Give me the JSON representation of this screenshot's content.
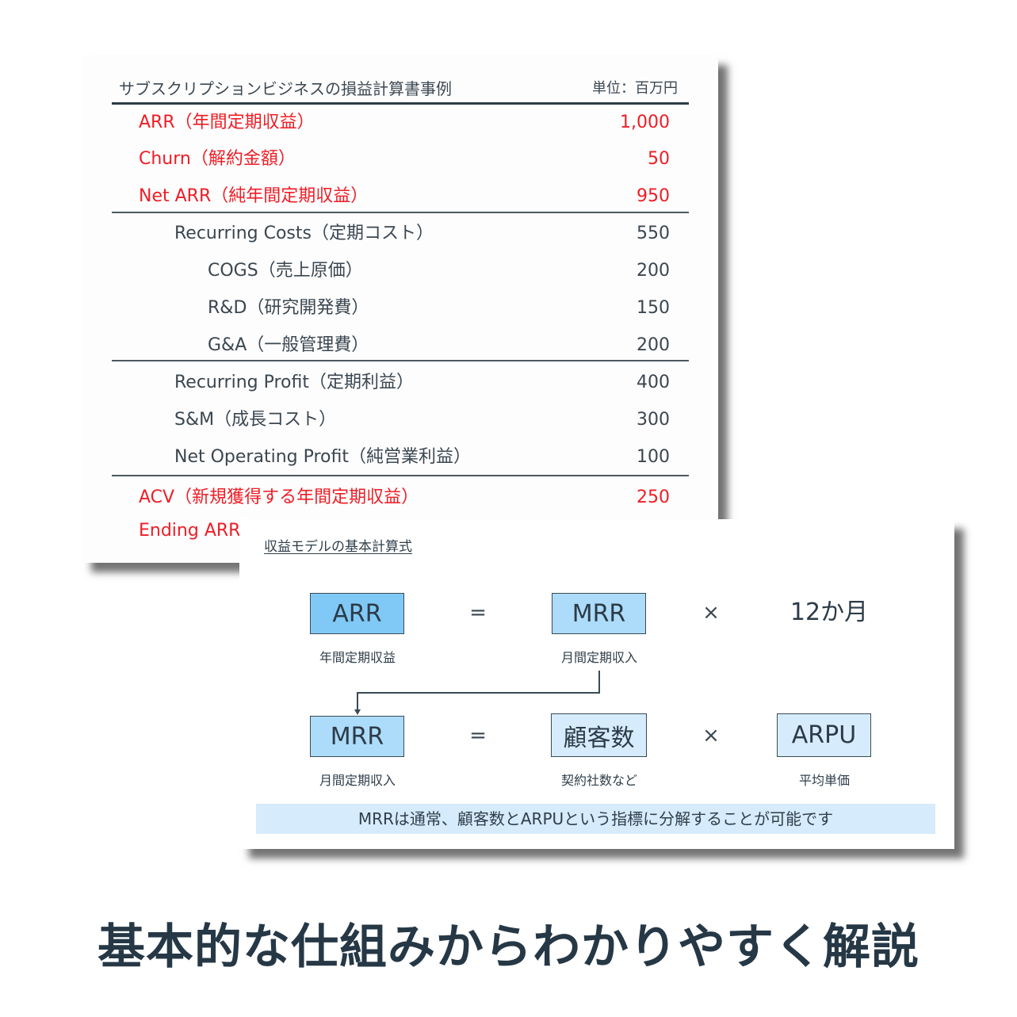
{
  "colors": {
    "accent_red": "#ee1d26",
    "text_dark": "#2f3e4a",
    "box_strong_blue": "#80c9f6",
    "box_mid_blue": "#acdcf9",
    "box_light_blue": "#d6ecfc",
    "banner_blue": "#d6ebfb",
    "headline": "#263846"
  },
  "pl_card": {
    "title": "サブスクリプションビジネスの損益計算書事例",
    "unit": "単位：百万円",
    "rows": [
      {
        "label": "ARR（年間定期収益）",
        "value": "1,000",
        "style": "red",
        "level": 0
      },
      {
        "label": "Churn（解約金額）",
        "value": "50",
        "style": "red",
        "level": 0
      },
      {
        "label": "Net ARR（純年間定期収益）",
        "value": "950",
        "style": "red",
        "level": 0
      },
      {
        "label": "Recurring Costs（定期コスト）",
        "value": "550",
        "style": "dark",
        "level": 1
      },
      {
        "label": "COGS（売上原価）",
        "value": "200",
        "style": "dark",
        "level": 2
      },
      {
        "label": "R&D（研究開発費）",
        "value": "150",
        "style": "dark",
        "level": 2
      },
      {
        "label": "G&A（一般管理費）",
        "value": "200",
        "style": "dark",
        "level": 2
      },
      {
        "label": "Recurring Profit（定期利益）",
        "value": "400",
        "style": "dark",
        "level": 1
      },
      {
        "label": "S&M（成長コスト）",
        "value": "300",
        "style": "dark",
        "level": 1
      },
      {
        "label": "Net Operating Profit（純営業利益）",
        "value": "100",
        "style": "dark",
        "level": 1
      },
      {
        "label": "ACV（新規獲得する年間定期収益）",
        "value": "250",
        "style": "red",
        "level": 0
      },
      {
        "label": "Ending ARR",
        "value": "",
        "style": "red",
        "level": 0
      }
    ]
  },
  "formula_card": {
    "title": "収益モデルの基本計算式",
    "row1": {
      "term1": "ARR",
      "term1_caption": "年間定期収益",
      "eq": "=",
      "term2": "MRR",
      "term2_caption": "月間定期収入",
      "times": "×",
      "term3": "12か月"
    },
    "row2": {
      "term1": "MRR",
      "term1_caption": "月間定期収入",
      "eq": "=",
      "term2": "顧客数",
      "term2_caption": "契約社数など",
      "times": "×",
      "term3": "ARPU",
      "term3_caption": "平均単価"
    },
    "note": "MRRは通常、顧客数とARPUという指標に分解することが可能です"
  },
  "headline": "基本的な仕組みからわかりやすく解説"
}
